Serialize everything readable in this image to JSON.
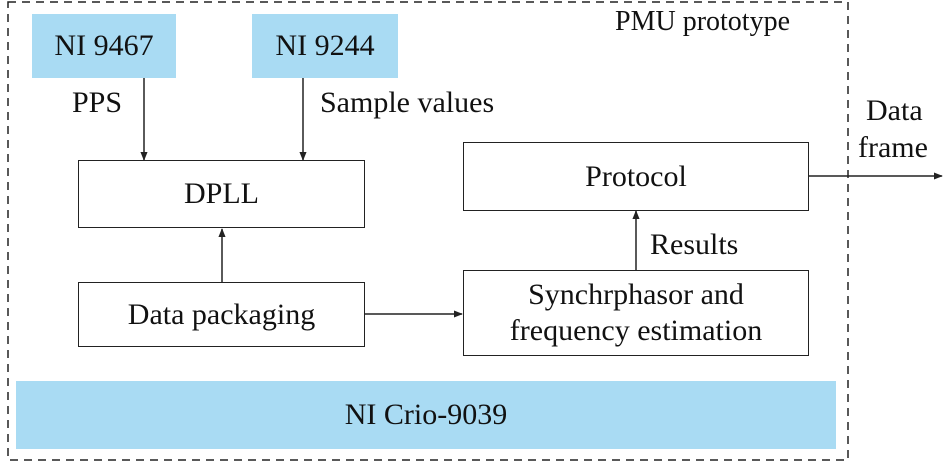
{
  "container": {
    "label": "PMU prototype"
  },
  "modules": {
    "ni9467": "NI 9467",
    "ni9244": "NI 9244",
    "crio": "NI Crio-9039"
  },
  "blocks": {
    "dpll": "DPLL",
    "data_packaging": "Data packaging",
    "protocol": "Protocol",
    "estimation_line1": "Synchrphasor and",
    "estimation_line2": "frequency estimation"
  },
  "signals": {
    "pps": "PPS",
    "sample_values": "Sample values",
    "results": "Results",
    "data_frame_line1": "Data",
    "data_frame_line2": "frame"
  },
  "colors": {
    "module_fill": "#a9dbf3",
    "line": "#222222"
  }
}
